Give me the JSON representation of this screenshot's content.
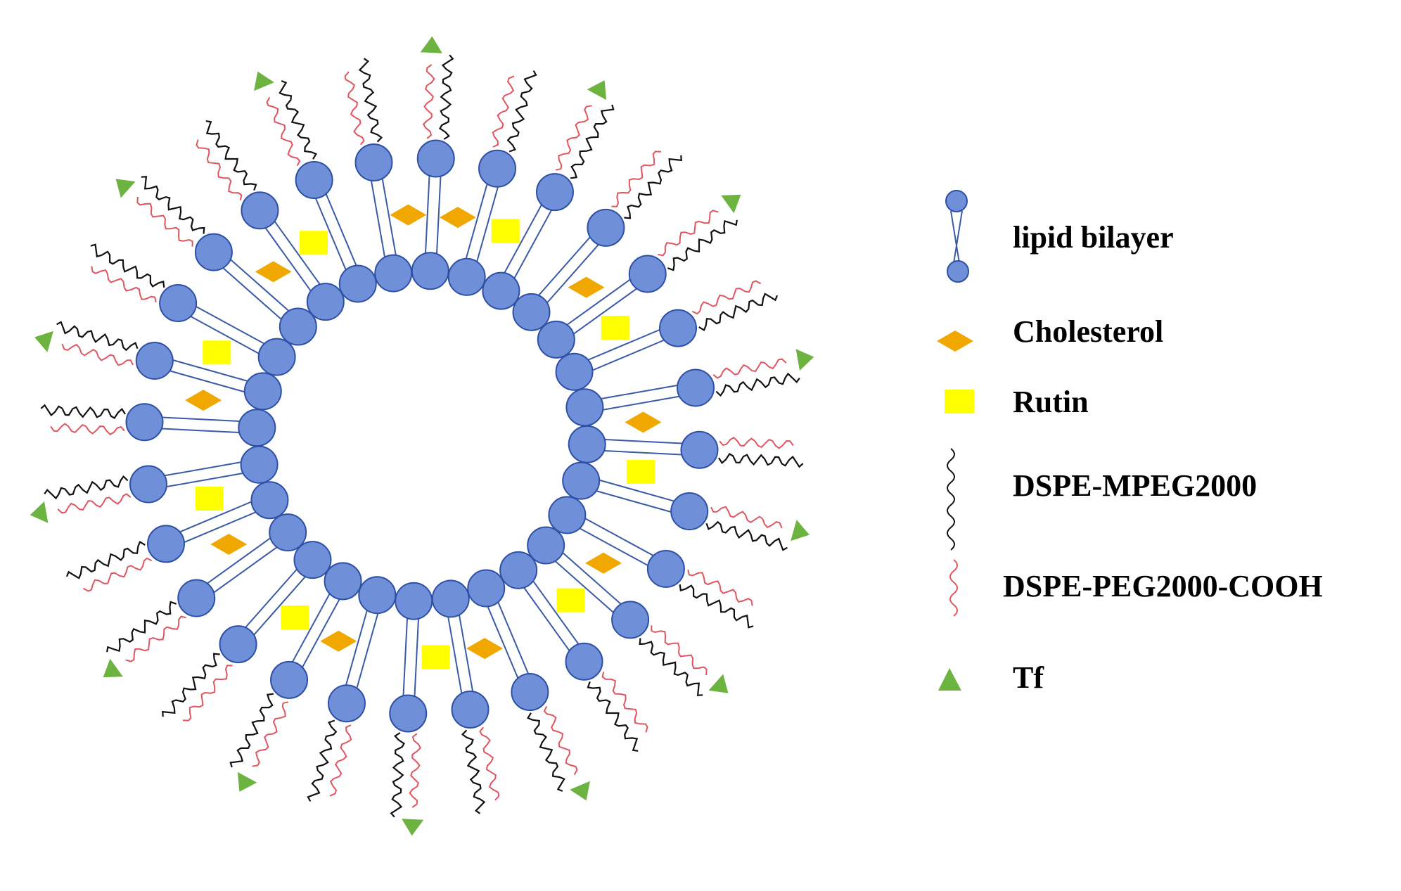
{
  "legend": {
    "items": [
      {
        "key": "lipid",
        "label": "lipid bilayer",
        "icon": "phospholipid-icon"
      },
      {
        "key": "cholesterol",
        "label": "Cholesterol",
        "icon": "diamond-icon",
        "color": "#f0a800"
      },
      {
        "key": "rutin",
        "label": "Rutin",
        "icon": "square-icon",
        "color": "#ffff00"
      },
      {
        "key": "mpeg",
        "label": "DSPE-MPEG2000",
        "icon": "black-wavy-line-icon",
        "color": "#111111"
      },
      {
        "key": "peg_cooh",
        "label": "DSPE-PEG2000-COOH",
        "icon": "red-wavy-line-icon",
        "color": "#e05560"
      },
      {
        "key": "tf",
        "label": "Tf",
        "icon": "triangle-icon",
        "color": "#6cb33f"
      }
    ]
  },
  "colors": {
    "head_fill": "#6f90d8",
    "head_stroke": "#2e4fa6",
    "tail": "#3a5aa8",
    "cholesterol": "#f0a800",
    "rutin": "#ffff00",
    "mpeg": "#111111",
    "peg_cooh": "#e05560",
    "tf": "#6cb33f"
  }
}
